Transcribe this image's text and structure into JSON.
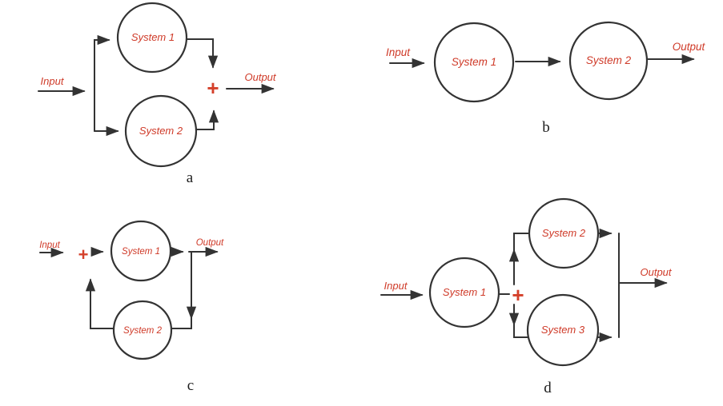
{
  "figure": {
    "background_color": "#ffffff",
    "line_color": "#333333",
    "accent_color": "#cf3a28",
    "diagrams": {
      "a": {
        "caption": "a",
        "input_label": "Input",
        "output_label": "Output",
        "sum_symbol": "+",
        "nodes": [
          "System 1",
          "System 2"
        ]
      },
      "b": {
        "caption": "b",
        "input_label": "Input",
        "output_label": "Output",
        "nodes": [
          "System 1",
          "System 2"
        ]
      },
      "c": {
        "caption": "c",
        "input_label": "Input",
        "output_label": "Output",
        "sum_symbol": "+",
        "nodes": [
          "System 1",
          "System 2"
        ]
      },
      "d": {
        "caption": "d",
        "input_label": "Input",
        "output_label": "Output",
        "sum_symbol": "+",
        "nodes": [
          "System 1",
          "System 2",
          "System 3"
        ]
      }
    }
  }
}
